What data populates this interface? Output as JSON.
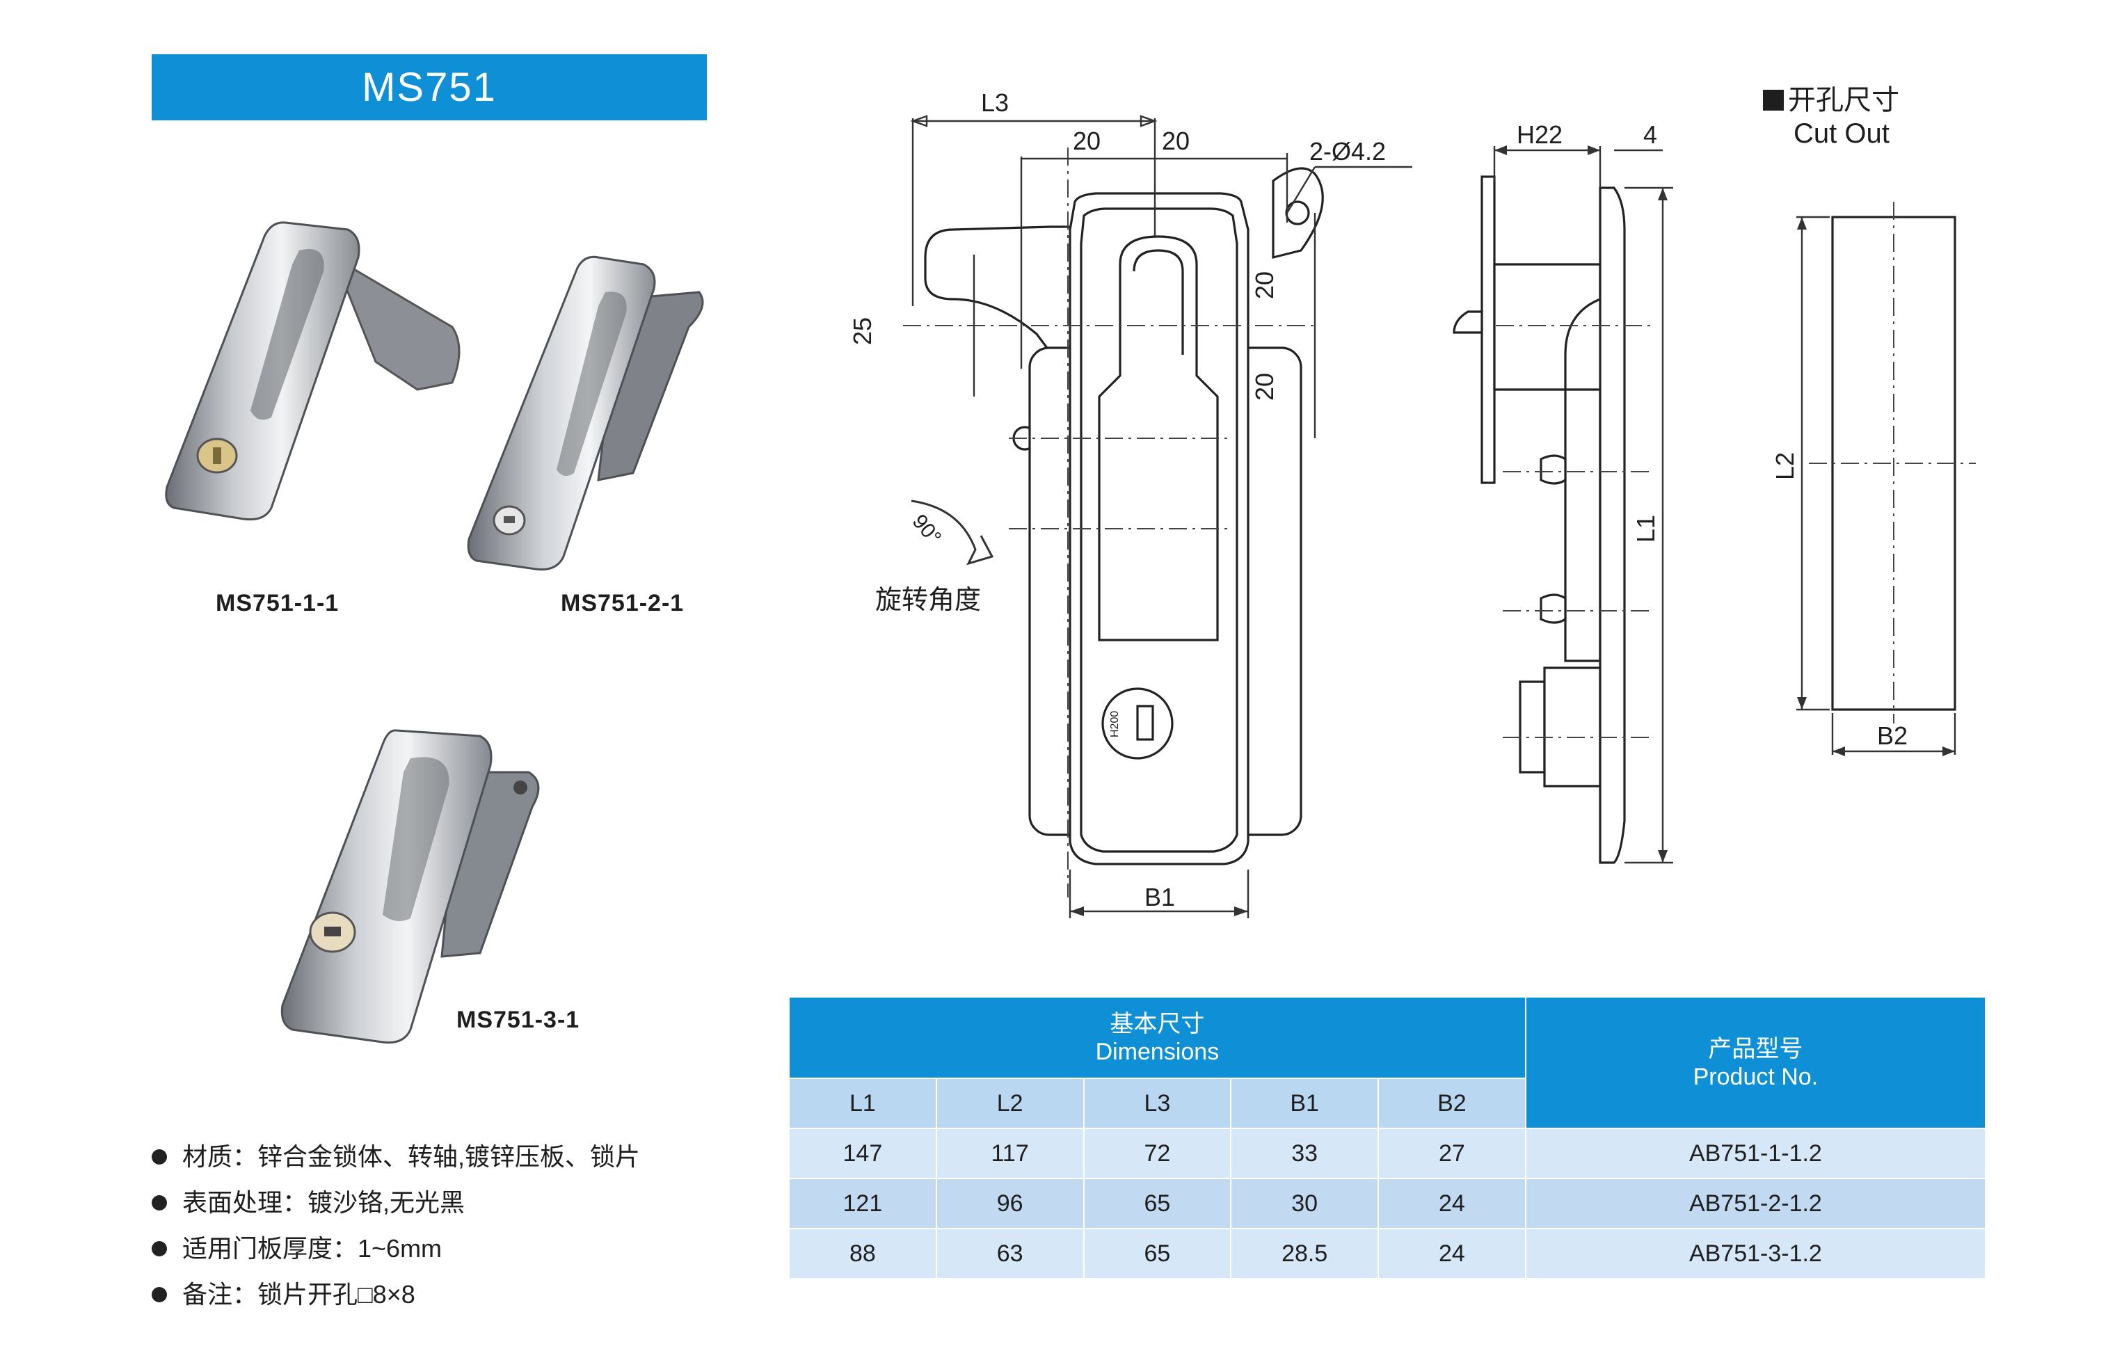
{
  "title": "MS751",
  "products": [
    {
      "label": "MS751-1-1"
    },
    {
      "label": "MS751-2-1"
    },
    {
      "label": "MS751-3-1"
    }
  ],
  "drawing": {
    "dimensions": {
      "L3": "L3",
      "left20": "20",
      "right20": "20",
      "hole": "2-Ø4.2",
      "d25": "25",
      "v20a": "20",
      "v20b": "20",
      "B1": "B1",
      "H22": "H22",
      "d4": "4",
      "L1": "L1",
      "L2": "L2",
      "B2": "B2"
    },
    "rotation_angle": "90°",
    "rotation_label": "旋转角度",
    "key_mark": "H200"
  },
  "cutout": {
    "heading_cn": "开孔尺寸",
    "heading_en": "Cut Out"
  },
  "specs": [
    "材质：锌合金锁体、转轴,镀锌压板、锁片",
    "表面处理：镀沙铬,无光黑",
    "适用门板厚度：1~6mm",
    "备注：锁片开孔□8×8"
  ],
  "table": {
    "group_header_cn": "基本尺寸",
    "group_header_en": "Dimensions",
    "product_header_cn": "产品型号",
    "product_header_en": "Product No.",
    "columns": [
      "L1",
      "L2",
      "L3",
      "B1",
      "B2"
    ],
    "rows": [
      {
        "values": [
          "147",
          "117",
          "72",
          "33",
          "27"
        ],
        "product": "AB751-1-1.2"
      },
      {
        "values": [
          "121",
          "96",
          "65",
          "30",
          "24"
        ],
        "product": "AB751-2-1.2"
      },
      {
        "values": [
          "88",
          "63",
          "65",
          "28.5",
          "24"
        ],
        "product": "AB751-3-1.2"
      }
    ]
  }
}
